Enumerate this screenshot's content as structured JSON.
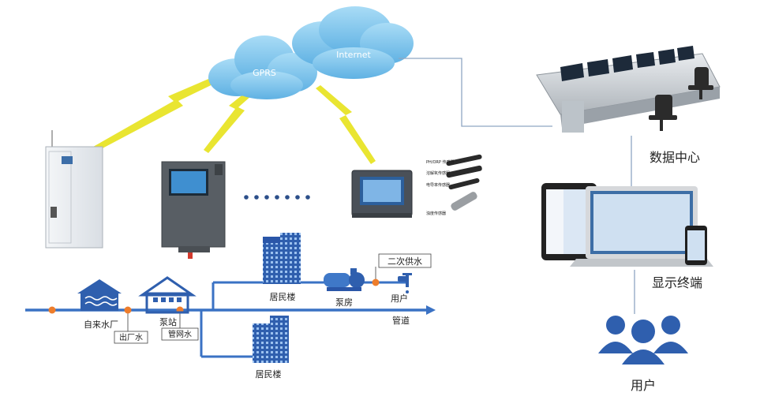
{
  "network": {
    "cloud_gprs": "GPRS",
    "cloud_internet": "Internet"
  },
  "center": {
    "data_center": "数据中心",
    "display_terminal": "显示终端",
    "users": "用户"
  },
  "probe_labels": [
    "PH/ORP 传感器",
    "溶解氧传感器",
    "电导率传感器",
    "浊度传感器"
  ],
  "pipeline": {
    "waterworks": "自来水厂",
    "outlet_water": "出厂水",
    "pump_station": "泵站",
    "network_water": "管网水",
    "residential_top": "居民楼",
    "residential_bottom": "居民楼",
    "pump_room": "泵房",
    "secondary_supply": "二次供水",
    "user_tap": "用户",
    "pipe": "管道"
  },
  "colors": {
    "pipe_blue": "#3a72c4",
    "lightning_yellow": "#e9e531",
    "cloud_blue": "#7cc4ec",
    "node_orange": "#ee7d2b",
    "user_blue": "#2f5fae"
  }
}
